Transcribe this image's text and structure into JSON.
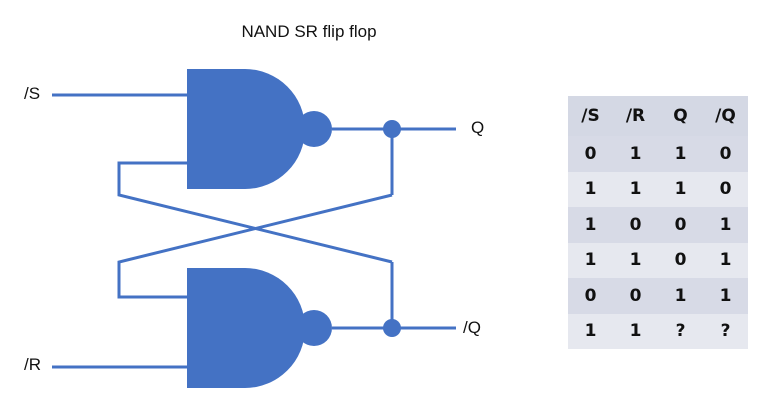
{
  "title": "NAND SR flip flop",
  "labels": {
    "s_in": "/S",
    "r_in": "/R",
    "q_out": "Q",
    "nq_out": "/Q"
  },
  "colors": {
    "wire": "#4472c4",
    "gate": "#4472c4",
    "table_bg": "#dadde8"
  },
  "truth_table": {
    "headers": [
      "/S",
      "/R",
      "Q",
      "/Q"
    ],
    "rows": [
      [
        "0",
        "1",
        "1",
        "0"
      ],
      [
        "1",
        "1",
        "1",
        "0"
      ],
      [
        "1",
        "0",
        "0",
        "1"
      ],
      [
        "1",
        "1",
        "0",
        "1"
      ],
      [
        "0",
        "0",
        "1",
        "1"
      ],
      [
        "1",
        "1",
        "?",
        "?"
      ]
    ]
  }
}
